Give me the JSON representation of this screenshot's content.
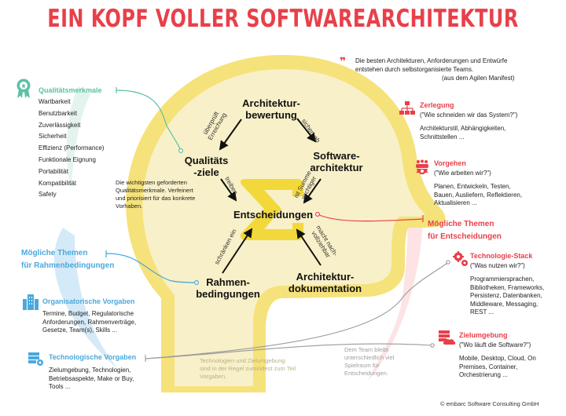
{
  "title": "EIN KOPF VOLLER SOFTWAREARCHITEKTUR",
  "colors": {
    "accent_red": "#e8404a",
    "accent_blue": "#4aa8dc",
    "accent_green": "#5dc0a5",
    "head_outline": "#f6e27a",
    "head_fill": "#f8f0c8",
    "sigma": "#f2d83a"
  },
  "quote": {
    "icon": "quote-icon",
    "text_line1": "Die besten Architekturen, Anforderungen und Entwürfe",
    "text_line2": "entstehen durch selbstorganisierte Teams.",
    "source": "(aus dem Agilen Manifest)"
  },
  "cycle": {
    "nodes": {
      "bewertung_l1": "Architektur-",
      "bewertung_l2": "bewertung",
      "software_l1": "Software-",
      "software_l2": "architektur",
      "qualitaet_l1": "Qualitäts",
      "qualitaet_l2": "-ziele",
      "entscheidungen": "Entscheidungen",
      "rahmen_l1": "Rahmen-",
      "rahmen_l2": "bedingungen",
      "doku_l1": "Architektur-",
      "doku_l2": "dokumentation"
    },
    "edges": {
      "ueberprueft_l1": "überprüft",
      "ueberprueft_l2": "Erreichung",
      "sichert_ab": "sichert ab",
      "treiben": "treiben",
      "summe_l1": "ist Summe",
      "summe_l2": "wichtiger",
      "schraenken_ein": "schränken ein",
      "nachvollziehbar_l1": "macht nach-",
      "nachvollziehbar_l2": "vollziehbar"
    },
    "quality_note_l1": "Die wichtigsten geforderten",
    "quality_note_l2": "Qualitätsmerkmale. Verfeinert",
    "quality_note_l3": "und priorisiert für das konkrete",
    "quality_note_l4": "Vorhaben."
  },
  "quality": {
    "icon": "award-ribbon-icon",
    "title": "Qualitätsmerkmale",
    "items": [
      "Wartbarkeit",
      "Benutzbarkeit",
      "Zuverlässigkeit",
      "Sicherheit",
      "Effizienz (Performance)",
      "Funktionale Eignung",
      "Portabilität",
      "Kompatibilität",
      "Safety"
    ]
  },
  "themes_decisions": {
    "line1": "Mögliche Themen",
    "line2": "für Entscheidungen"
  },
  "themes_constraints": {
    "line1": "Mögliche Themen",
    "line2": "für Rahmenbedingungen"
  },
  "decision_topics": [
    {
      "icon": "hierarchy-icon",
      "title": "Zerlegung",
      "question": "(\"Wie schneiden wir das System?\")",
      "body_l1": "Architekturstil, Abhängigkeiten,",
      "body_l2": "Schnittstellen ..."
    },
    {
      "icon": "team-gear-icon",
      "title": "Vorgehen",
      "question": "(\"Wie arbeiten wir?\")",
      "body_l1": "Planen, Entwickeln, Testen,",
      "body_l2": "Bauen, Ausliefern, Reflektieren,",
      "body_l3": "Aktualisieren ..."
    },
    {
      "icon": "gears-icon",
      "title": "Technologie-Stack",
      "question": "(\"Was nutzen wir?\")",
      "body_l1": "Programmiersprachen,",
      "body_l2": "Bibliotheken, Frameworks,",
      "body_l3": "Persistenz, Datenbanken,",
      "body_l4": "Middleware, Messaging,",
      "body_l5": "REST ..."
    },
    {
      "icon": "server-cloud-icon",
      "title": "Zielumgebung",
      "question": "(\"Wo läuft die Software?\")",
      "body_l1": "Mobile, Desktop, Cloud, On",
      "body_l2": "Premises, Container,",
      "body_l3": "Orchestrierung ..."
    }
  ],
  "constraint_topics": [
    {
      "icon": "buildings-icon",
      "title": "Organisatorische Vorgaben",
      "body_l1": "Termine, Budget, Regulatorische",
      "body_l2": "Anforderungen, Rahmenverträge,",
      "body_l3": "Gesetze, Team(s), Skills ..."
    },
    {
      "icon": "server-gear-icon",
      "title": "Technologische Vorgaben",
      "body_l1": "Zielumgebung, Technologien,",
      "body_l2": "Betriebsaspekte, Make or Buy,",
      "body_l3": "Tools ..."
    }
  ],
  "notes": {
    "tech_note_l1": "Technologien und Zielumgebung",
    "tech_note_l2": "sind in der Regel zumindest zum Teil",
    "tech_note_l3": "Vorgaben.",
    "team_note_l1": "Dem Team bleibt",
    "team_note_l2": "unterschiedlich viel",
    "team_note_l3": "Spielraum für",
    "team_note_l4": "Entscheidungen."
  },
  "copyright": "© embarc Software Consulting GmbH"
}
